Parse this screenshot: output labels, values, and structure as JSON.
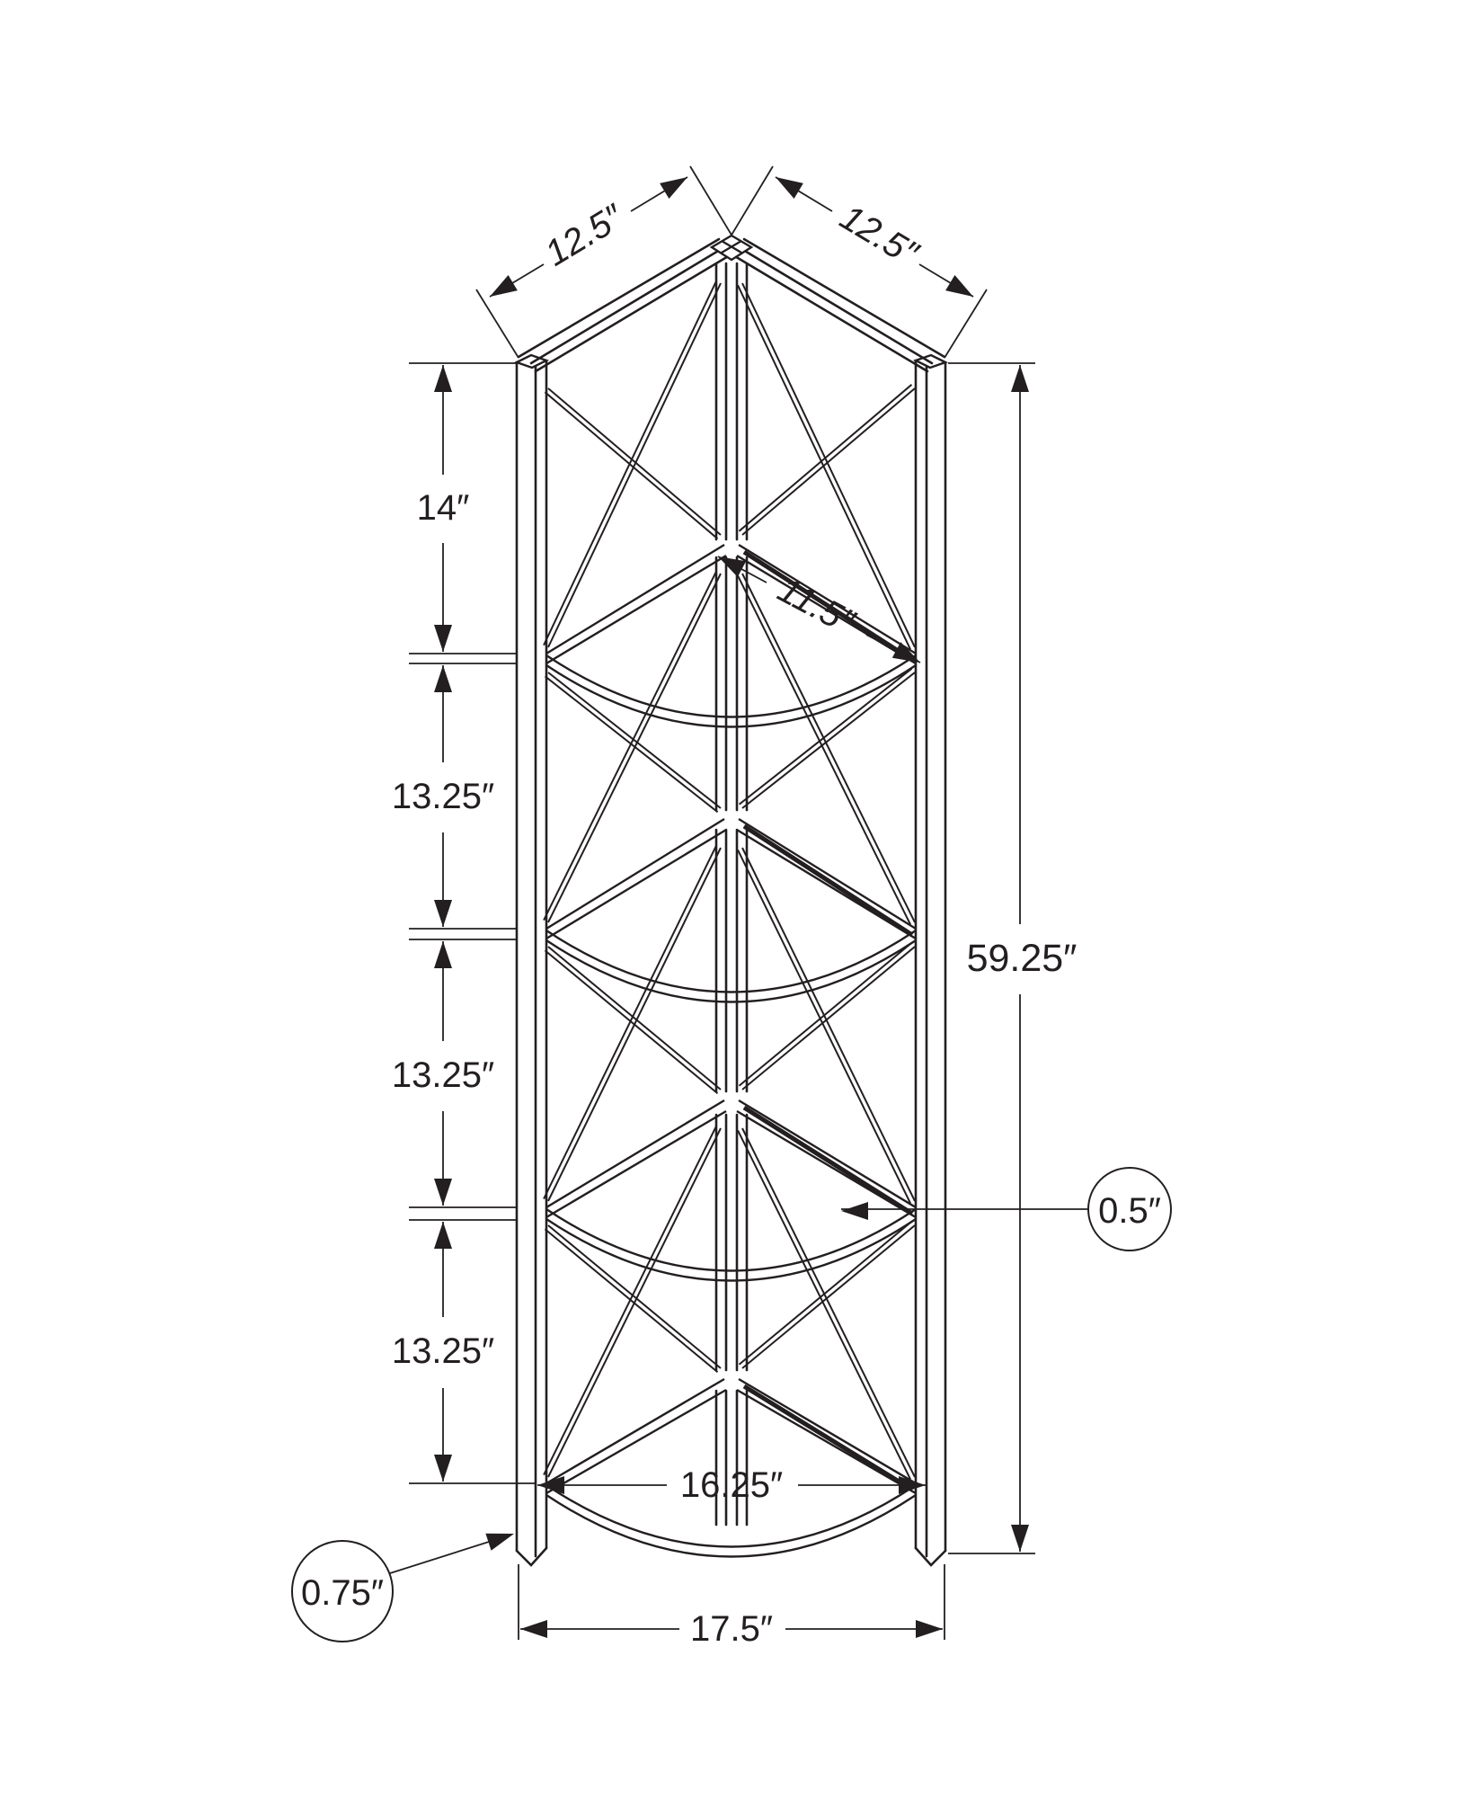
{
  "title": "Corner etagere bookcase dimension diagram",
  "colors": {
    "background": "#ffffff",
    "line": "#231f20"
  },
  "dimensions": {
    "left_depth": "12.5″",
    "right_depth": "12.5″",
    "top_section": "14″",
    "upper_mid_section": "13.25″",
    "lower_mid_section": "13.25″",
    "bottom_section": "13.25″",
    "overall_height": "59.25″",
    "shelf_edge": "11.5″",
    "shelf_thickness": "0.5″",
    "leg_thickness": "0.75″",
    "inner_width": "16.25″",
    "overall_width": "17.5″"
  }
}
